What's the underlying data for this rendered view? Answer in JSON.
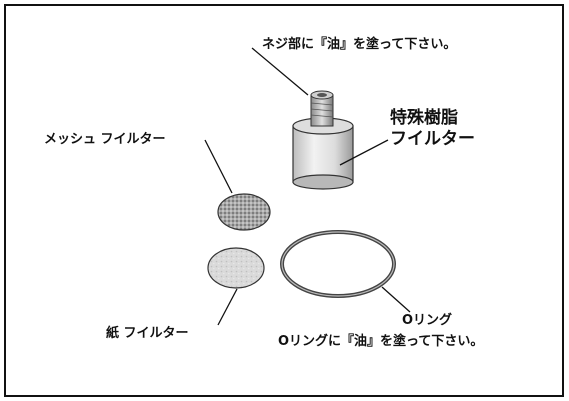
{
  "labels": {
    "screw_note": "ネジ部に『油』を塗って下さい。",
    "resin_filter_line1": "特殊樹脂",
    "resin_filter_line2": "フイルター",
    "mesh_filter": "メッシュ フイルター",
    "paper_filter": "紙 フイルター",
    "oring": "Oリング",
    "oring_note": "Oリングに『油』を塗って下さい。"
  }
}
